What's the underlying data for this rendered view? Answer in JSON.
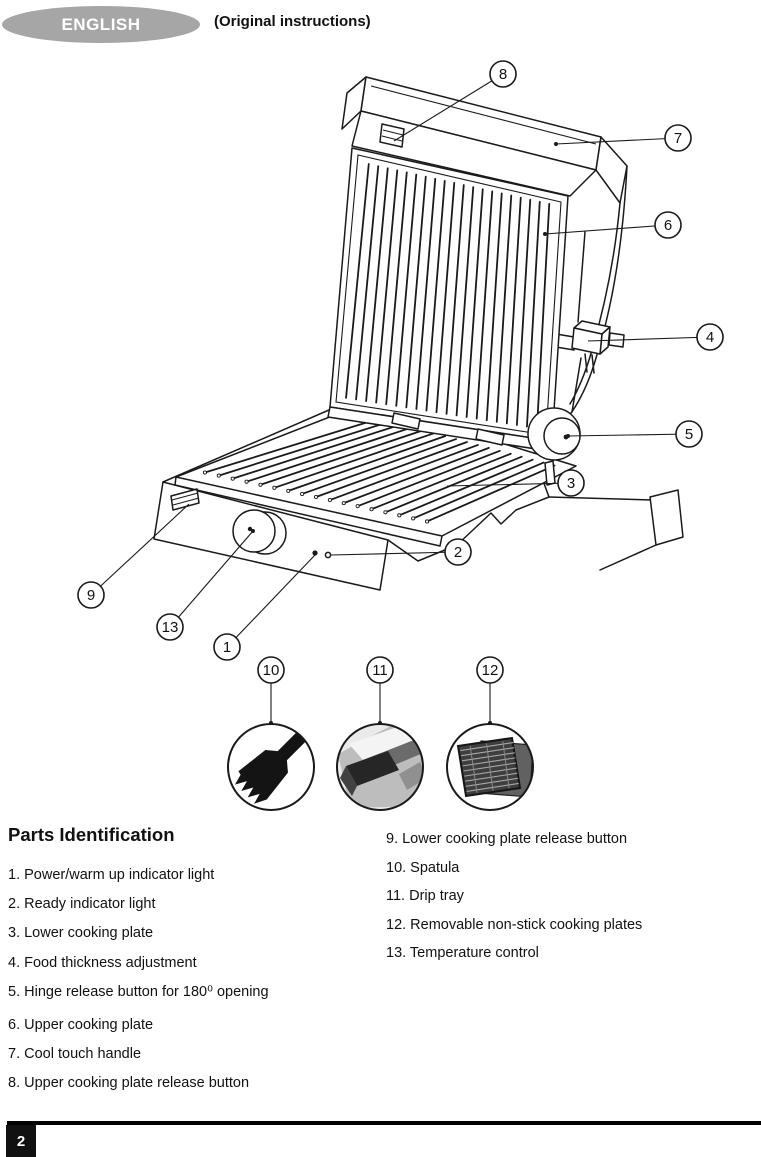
{
  "header": {
    "language_badge": "ENGLISH",
    "subtitle": "(Original instructions)"
  },
  "diagram": {
    "callout_numbers": [
      "1",
      "2",
      "3",
      "4",
      "5",
      "6",
      "7",
      "8",
      "9",
      "10",
      "11",
      "12",
      "13"
    ]
  },
  "parts": {
    "title": "Parts Identification",
    "left_items": [
      "1. Power/warm up indicator light",
      "2. Ready indicator light",
      "3. Lower cooking plate",
      "4. Food thickness adjustment",
      "5. Hinge release button for 180⁰ opening",
      "6. Upper cooking plate",
      "7. Cool touch handle",
      "8. Upper cooking plate release button"
    ],
    "right_items": [
      "9. Lower cooking plate release button",
      "10. Spatula",
      "11. Drip tray",
      "12. Removable non-stick cooking plates",
      "13. Temperature control"
    ]
  },
  "footer": {
    "page_number": "2"
  }
}
